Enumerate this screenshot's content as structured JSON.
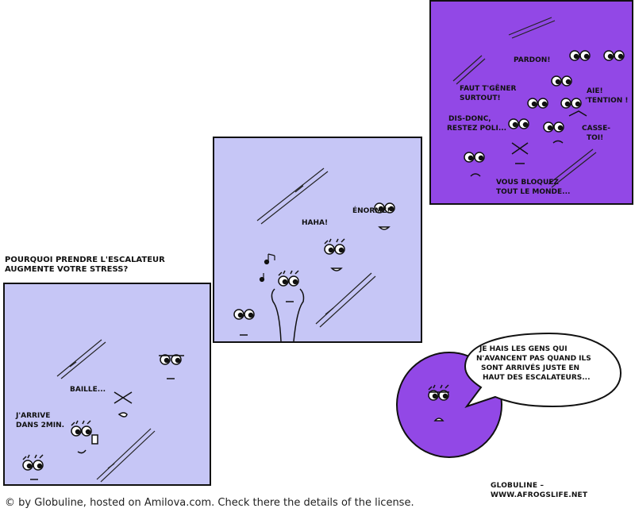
{
  "caption": "POURQUOI PRENDRE L'ESCALATEUR AUGMENTE VOTRE STRESS?",
  "panel1": {
    "baille": "BAILLE...",
    "arrive_1": "J'ARRIVE",
    "arrive_2": "DANS 2MIN."
  },
  "panel2": {
    "enorme": "ÉNORME!",
    "haha": "HAHA!"
  },
  "panel3": {
    "pardon": "PARDON!",
    "faut_1": "FAUT T'GÊNER",
    "faut_2": "SURTOUT!",
    "aie_1": "AIE!",
    "aie_2": "'TENTION !",
    "dis_1": "DIS-DONC,",
    "dis_2": "RESTEZ POLI...",
    "casse_1": "CASSE-",
    "casse_2": "TOI!",
    "vous_1": "VOUS BLOQUEZ",
    "vous_2": "TOUT LE MONDE..."
  },
  "panel4": {
    "bubble_1": "JE HAIS LES GENS QUI",
    "bubble_2": "N'AVANCENT PAS QUAND ILS",
    "bubble_3": "SONT ARRIVÉS JUSTE EN",
    "bubble_4": "HAUT DES ESCALATEURS..."
  },
  "credit": "GLOBULINE – WWW.AFROGSLIFE.NET",
  "license": "© by Globuline, hosted on Amilova.com. Check there the details of the license.",
  "colors": {
    "light_panel": "#c6c6f6",
    "dark_panel": "#9248e6",
    "outline": "#111111"
  }
}
